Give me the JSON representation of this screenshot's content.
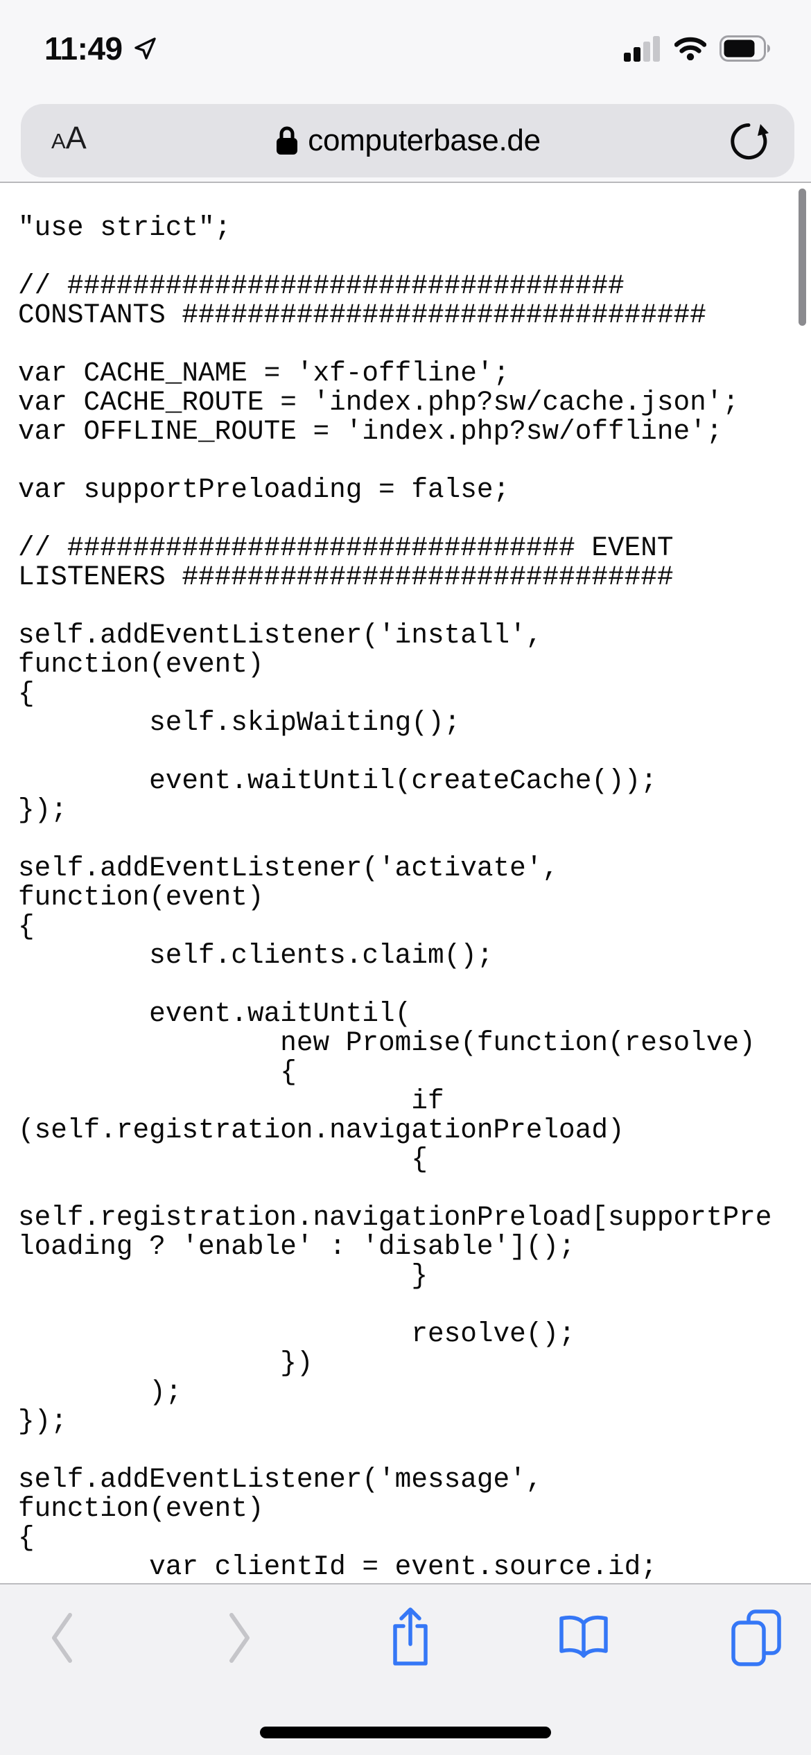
{
  "status_bar": {
    "time": "11:49",
    "icons": [
      "location-arrow",
      "cellular-signal-2of4",
      "wifi-full",
      "battery-75"
    ]
  },
  "url_bar": {
    "reader_label_small": "A",
    "reader_label_large": "A",
    "lock_icon": "padlock",
    "domain": "computerbase.de",
    "reload_icon": "reload-clockwise"
  },
  "content": {
    "file_type": "javascript-source",
    "code_lines": [
      "\"use strict\";",
      "",
      "// ################################## CONSTANTS ################################",
      "",
      "var CACHE_NAME = 'xf-offline';",
      "var CACHE_ROUTE = 'index.php?sw/cache.json';",
      "var OFFLINE_ROUTE = 'index.php?sw/offline';",
      "",
      "var supportPreloading = false;",
      "",
      "// ############################### EVENT LISTENERS ##############################",
      "",
      "self.addEventListener('install', function(event)",
      "{",
      "\tself.skipWaiting();",
      "",
      "\tevent.waitUntil(createCache());",
      "});",
      "",
      "self.addEventListener('activate', function(event)",
      "{",
      "\tself.clients.claim();",
      "",
      "\tevent.waitUntil(",
      "\t\tnew Promise(function(resolve)",
      "\t\t{",
      "\t\t\tif (self.registration.navigationPreload)",
      "\t\t\t{",
      "\t\t\t\tself.registration.navigationPreload[supportPreloading ? 'enable' : 'disable']();",
      "\t\t\t}",
      "",
      "\t\t\tresolve();",
      "\t\t})",
      "\t);",
      "});",
      "",
      "self.addEventListener('message', function(event)",
      "{",
      "\tvar clientId = event.source.id;"
    ]
  },
  "toolbar": {
    "buttons": [
      "back",
      "forward",
      "share",
      "bookmarks",
      "tabs"
    ]
  },
  "colors": {
    "accent_blue": "#3577f6",
    "header_bg": "#f7f7f9",
    "pill_bg": "#e2e2e6",
    "toolbar_bg": "#f2f2f4",
    "disabled_gray": "#c5c5c9",
    "icon_black": "#0b0b0c"
  }
}
